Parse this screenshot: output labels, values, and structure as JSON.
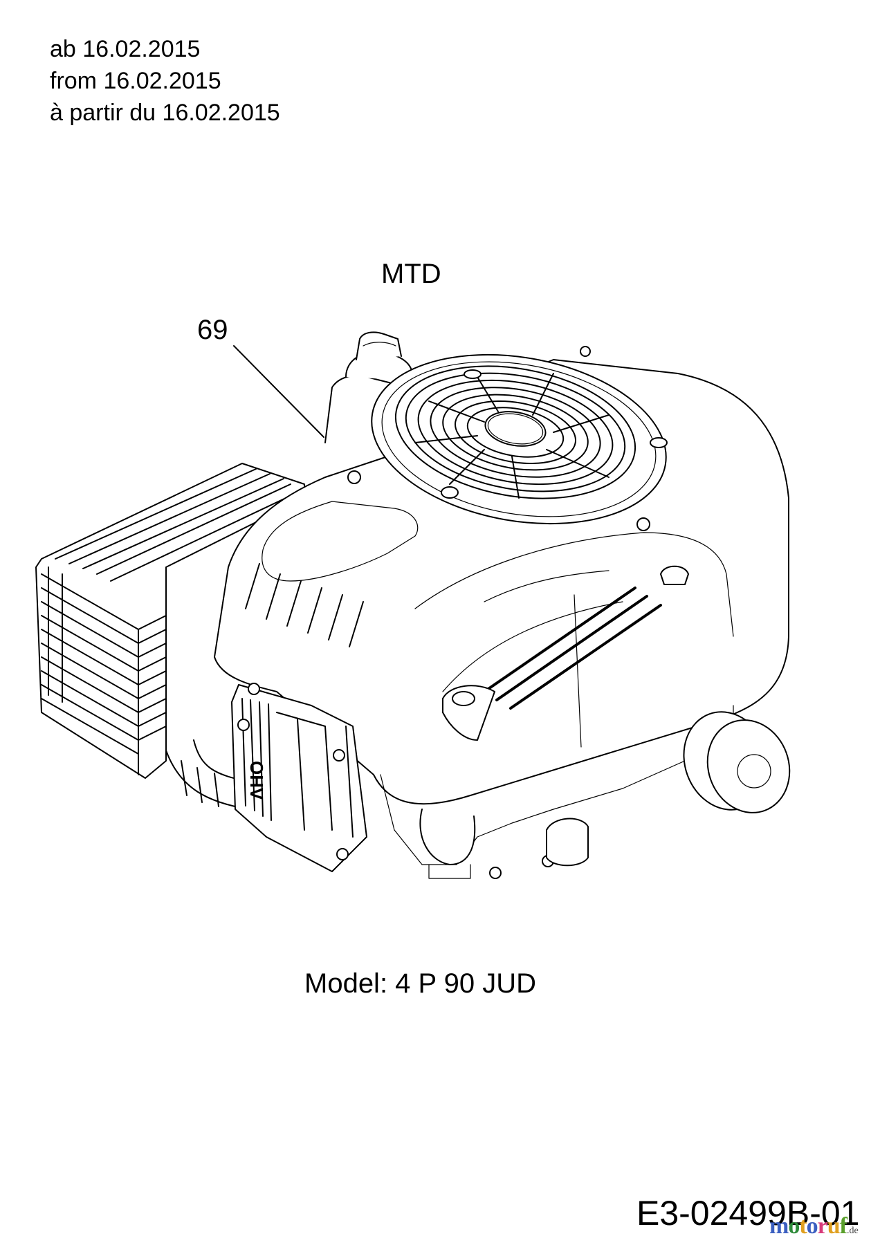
{
  "validity": {
    "de": "ab 16.02.2015",
    "en": "from 16.02.2015",
    "fr": "à partir du 16.02.2015"
  },
  "diagram": {
    "brand": "MTD",
    "callouts": [
      {
        "number": "69",
        "part": "engine"
      }
    ],
    "model_label": "Model: 4 P 90 JUD",
    "engine_marking": "OHV",
    "document_number": "E3-02499B-01"
  },
  "watermark": {
    "letters": [
      {
        "char": "m",
        "color": "#3b5fc0"
      },
      {
        "char": "o",
        "color": "#2e8b3a"
      },
      {
        "char": "t",
        "color": "#e0a020"
      },
      {
        "char": "o",
        "color": "#3b5fc0"
      },
      {
        "char": "r",
        "color": "#d83a7a"
      },
      {
        "char": "u",
        "color": "#e0a020"
      },
      {
        "char": "f",
        "color": "#5aa02c"
      }
    ],
    "suffix": ".de"
  }
}
